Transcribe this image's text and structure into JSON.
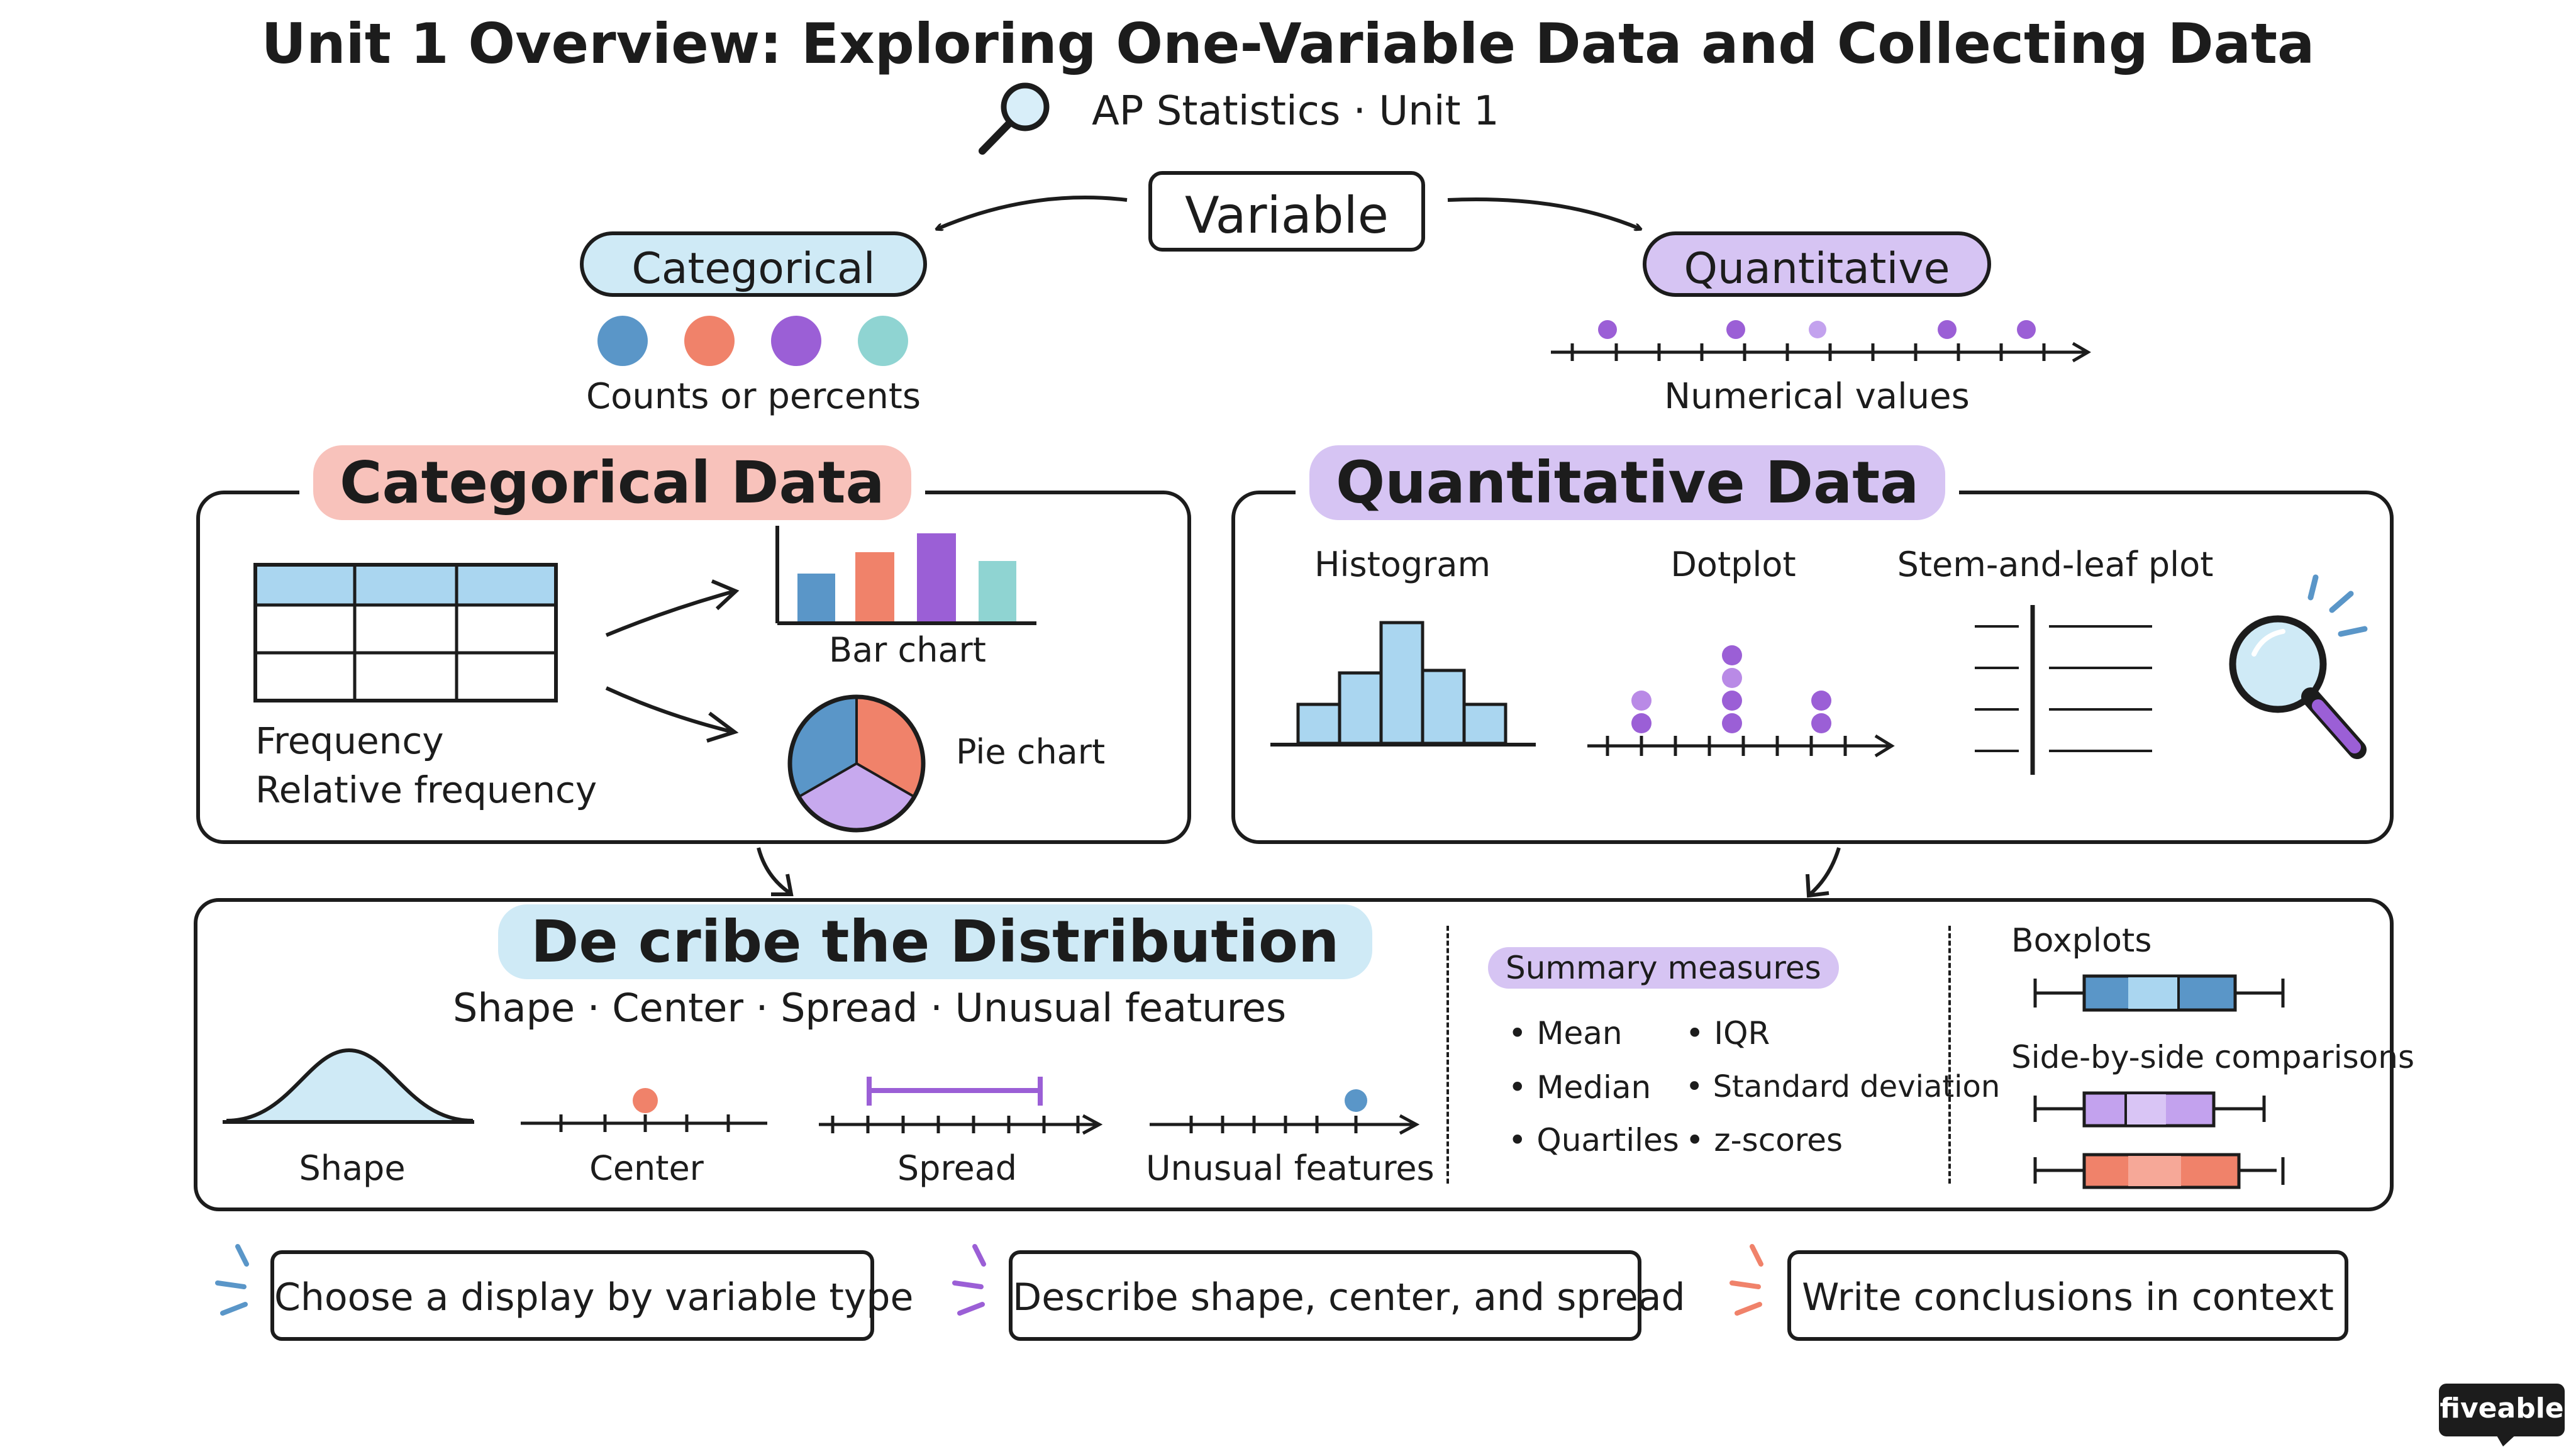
{
  "header": {
    "title": "Unit 1 Overview: Exploring One-Variable Data and Collecting Data",
    "subtitle": "AP Statistics · Unit 1"
  },
  "variable": {
    "label": "Variable",
    "categorical": {
      "label": "Categorical",
      "caption": "Counts or percents"
    },
    "quantitative": {
      "label": "Quantitative",
      "caption": "Numerical values"
    }
  },
  "categorical_data": {
    "title": "Categorical Data",
    "table_labels": [
      "Frequency",
      "Relative frequency"
    ],
    "bar_chart_label": "Bar chart",
    "pie_chart_label": "Pie chart"
  },
  "quantitative_data": {
    "title": "Quantitative Data",
    "displays": [
      "Histogram",
      "Dotplot",
      "Stem-and-leaf plot"
    ]
  },
  "describe": {
    "title": "De cribe the Distribution",
    "features_line": "Shape · Center · Spread · Unusual features",
    "panels": [
      "Shape",
      "Center",
      "Spread",
      "Unusual features"
    ],
    "summary": {
      "title": "Summary measures",
      "left": [
        "Mean",
        "Median",
        "Quartiles"
      ],
      "right": [
        "IQR",
        "Standard deviation",
        "z-scores"
      ]
    },
    "boxplots": {
      "title": "Boxplots",
      "comparison_label": "Side-by-side comparisons"
    }
  },
  "tips": [
    "Choose a display by variable type",
    "Describe shape, center, and spread",
    "Write conclusions in context"
  ],
  "brand": "fiveable",
  "colors": {
    "blue": "#5a96c8",
    "coral": "#f0826a",
    "purple": "#9b5fd6",
    "teal": "#8fd4d2",
    "light_blue": "#aad6f0",
    "light_purple": "#d6c4f3",
    "light_coral": "#f8c2bb",
    "ink": "#1c1c1c"
  }
}
